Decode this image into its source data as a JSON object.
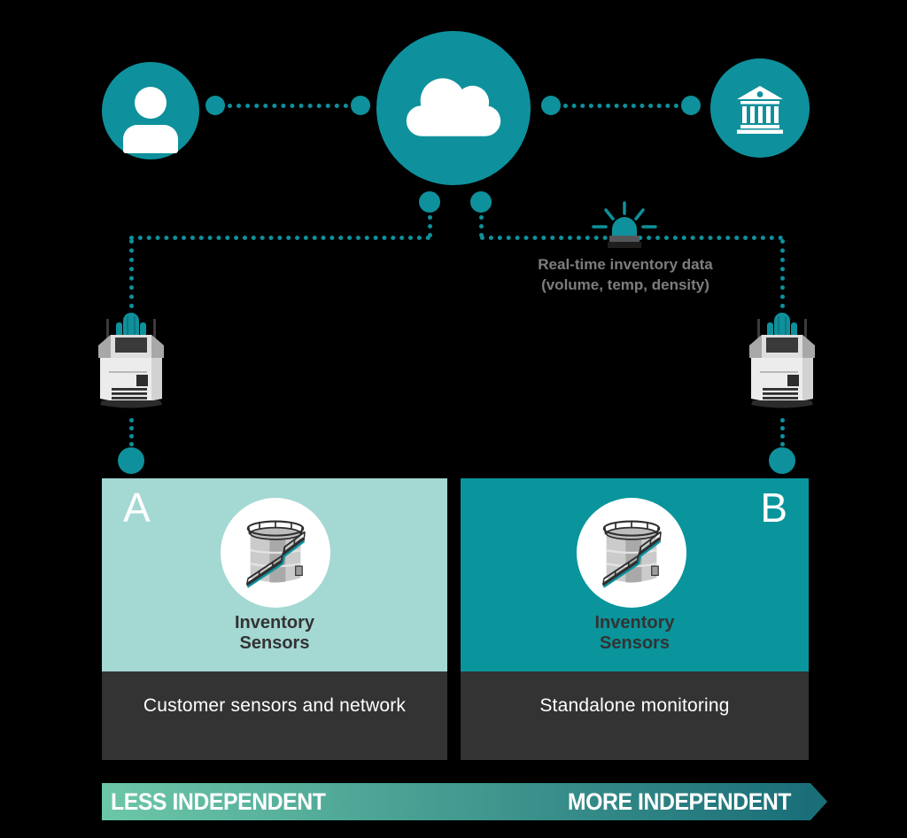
{
  "diagram": {
    "hubs": {
      "person": "person-icon",
      "cloud": "cloud-icon",
      "bank": "bank-icon"
    },
    "network": {
      "realtime_label_line1": "Real-time inventory data",
      "realtime_label_line2": "(volume, temp, density)",
      "siren": "siren-icon",
      "sensor_device": "sensor-device-icon"
    },
    "panels": [
      {
        "letter": "A",
        "icon": "storage-tank-icon",
        "icon_caption_line1": "Inventory",
        "icon_caption_line2": "Sensors",
        "caption": "Customer sensors and network"
      },
      {
        "letter": "B",
        "icon": "storage-tank-icon",
        "icon_caption_line1": "Inventory",
        "icon_caption_line2": "Sensors",
        "caption": "Standalone monitoring"
      }
    ],
    "axis": {
      "left_label": "LESS INDEPENDENT",
      "right_label": "MORE INDEPENDENT"
    },
    "colors": {
      "teal": "#0e919c",
      "panel_a": "#a4d8d3",
      "panel_b": "#0a959c",
      "dark": "#333333",
      "grad_start": "#6cc7a8",
      "grad_end": "#1a6e78",
      "gray_text": "#7d7d7d"
    }
  }
}
